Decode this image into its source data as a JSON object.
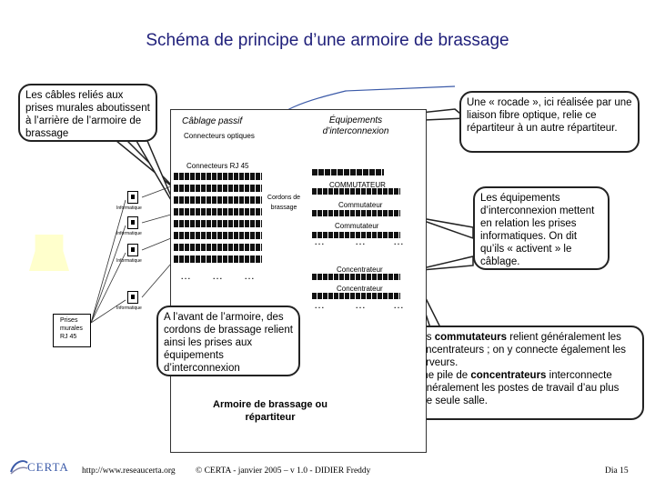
{
  "title": "Schéma de principe d’une armoire de brassage",
  "callouts": {
    "left": "Les câbles reliés aux prises murales aboutissent à l’arrière de l’armoire de brassage",
    "top_right": "Une « rocade », ici réalisée par une liaison fibre optique, relie ce répartiteur à un autre répartiteur.",
    "middle_bottom": "A l’avant de l’armoire, des cordons de brassage relient ainsi les prises aux équipements d’interconnexion",
    "right": "Les équipements d’interconnexion mettent en relation les prises informatiques. On dit qu’ils « activent » le câblage."
  },
  "bottom_right": {
    "line1_a": "Les ",
    "line1_b": "commutateurs",
    "line1_c": " relient généralement les concentrateurs ; on y connecte également les serveurs.",
    "line2_a": "Une pile de ",
    "line2_b": "concentrateurs",
    "line2_c": " interconnecte généralement les postes de travail d’au plus une seule salle."
  },
  "cabinet": {
    "passive": "Câblage passif",
    "equipment": "Équipements d’interconnexion",
    "optical": "Connecteurs optiques",
    "rj45": "Connecteurs  RJ 45",
    "cordons": "Cordons de brassage",
    "commutateur_top": "COMMUTATEUR",
    "commutateur_1": "Commutateur",
    "commutateur_2": "Commutateur",
    "concentrateur_1": "Concentrateur",
    "concentrateur_2": "Concentrateur",
    "caption": "Armoire de brassage ou répartiteur",
    "dots": "…"
  },
  "wall": {
    "outlet_label": "Informatique",
    "prises": "Prises murales RJ 45"
  },
  "footer": {
    "logo": "CERTA",
    "url": "http://www.reseaucerta.org",
    "copyright": "© CERTA - janvier 2005 – v 1.0 - DIDIER Freddy",
    "slide": "Dia 15"
  },
  "colors": {
    "title": "#1f1f7a",
    "link_blue": "#3b5aa8",
    "plug_yellow": "#ffffcc"
  }
}
